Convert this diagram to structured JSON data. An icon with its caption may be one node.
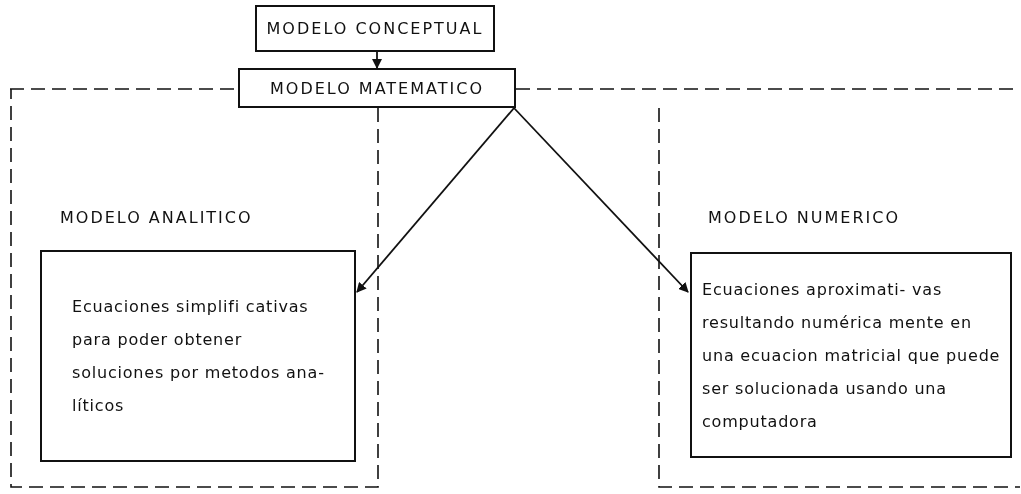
{
  "diagram": {
    "nodes": [
      {
        "text": [
          "MODELO CONCEPTUAL"
        ]
      },
      {
        "text": [
          "MODELO MATEMATICO"
        ]
      },
      {
        "text": [
          "MODELO ANALITICO"
        ]
      },
      {
        "text": [
          "Ecuaciones simplifi cativas para poder obtener soluciones por metodos ana- líticos"
        ],
        "in": 2
      },
      {
        "text": [
          "MODELO NUMERICO"
        ]
      },
      {
        "text": [
          "Ecuaciones aproximati- vas resultando numérica mente en una ecuacion matricial que puede ser solucionada usando una computadora"
        ],
        "in": 4
      }
    ],
    "edges": [
      {
        "from": 0,
        "to": 1,
        "arrow": "to"
      },
      {
        "from": 1,
        "to": 3,
        "arrow": "to"
      },
      {
        "from": 1,
        "to": 5,
        "arrow": "to"
      }
    ]
  }
}
